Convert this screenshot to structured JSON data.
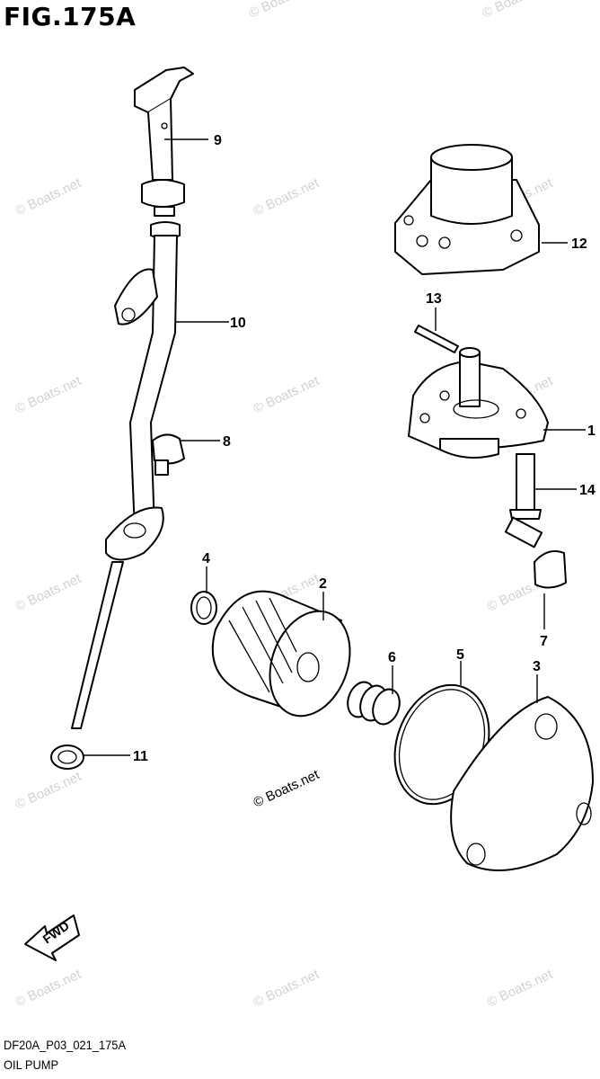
{
  "figure": {
    "title": "FIG.175A",
    "code": "DF20A_P03_021_175A",
    "subtitle": "OIL PUMP"
  },
  "watermark": "© Boats.net",
  "callouts": [
    {
      "id": "c1",
      "number": "1"
    },
    {
      "id": "c2",
      "number": "2"
    },
    {
      "id": "c3",
      "number": "3"
    },
    {
      "id": "c4",
      "number": "4"
    },
    {
      "id": "c5",
      "number": "5"
    },
    {
      "id": "c6",
      "number": "6"
    },
    {
      "id": "c7",
      "number": "7"
    },
    {
      "id": "c8",
      "number": "8"
    },
    {
      "id": "c9",
      "number": "9"
    },
    {
      "id": "c10",
      "number": "10"
    },
    {
      "id": "c11",
      "number": "11"
    },
    {
      "id": "c12",
      "number": "12"
    },
    {
      "id": "c13",
      "number": "13"
    },
    {
      "id": "c14",
      "number": "14"
    }
  ],
  "direction_label": "FWD"
}
